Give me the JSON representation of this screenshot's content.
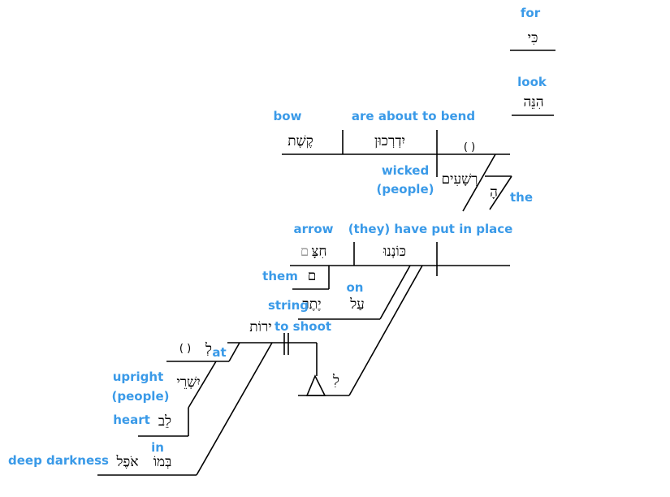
{
  "words": {
    "ki": {
      "hebrew": "כִּי",
      "gloss": "for"
    },
    "hinneh": {
      "hebrew": "הִנֵּה",
      "gloss": "look"
    },
    "qeshet": {
      "hebrew": "קֶשֶׁת",
      "gloss": "bow"
    },
    "yidrekhun": {
      "hebrew": "יִדְרְכוּן",
      "gloss": "are about to bend"
    },
    "subject_placeholder": "( )",
    "reshaim": {
      "hebrew": "רְשָׁעִים",
      "gloss_line1": "wicked",
      "gloss_line2": "(people)"
    },
    "ha": {
      "hebrew": "הָ",
      "gloss": "the"
    },
    "chitsam": {
      "hebrew": "חִצָּ",
      "suffix": "ם",
      "gloss": "arrow"
    },
    "konenu": {
      "hebrew": "כּוֹנְנוּ",
      "gloss": "(they) have put in place"
    },
    "am_suffix": {
      "hebrew": "ם",
      "gloss": "them"
    },
    "al": {
      "hebrew": "עַל",
      "gloss": "on"
    },
    "yeter": {
      "hebrew": "יֶתֶר",
      "gloss": "string"
    },
    "lamed": {
      "hebrew": "לִ"
    },
    "yerot": {
      "hebrew": "ירוֹת",
      "gloss": "to shoot"
    },
    "le": {
      "hebrew": "לְ",
      "placeholder": "( )",
      "gloss": "at"
    },
    "yishrei": {
      "hebrew": "יִשְׁרֵי",
      "gloss_line1": "upright",
      "gloss_line2": "(people)"
    },
    "lev": {
      "hebrew": "לֵב",
      "gloss": "heart"
    },
    "bemo": {
      "hebrew": "בְּמוֹ",
      "gloss": "in"
    },
    "ofel": {
      "hebrew": "אֹפֶל",
      "gloss": "deep darkness"
    }
  },
  "colors": {
    "gloss": "#3a9ae8",
    "hebrew": "#000000",
    "suffix_gray": "#999999"
  }
}
